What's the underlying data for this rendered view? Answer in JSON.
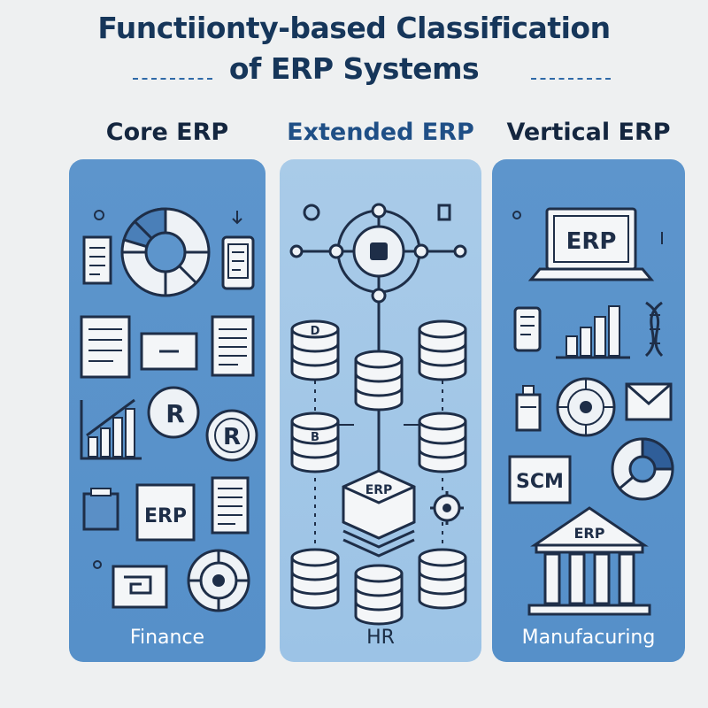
{
  "title": {
    "line1": "Functiionty-based Classification",
    "line2": "of ERP Systems"
  },
  "columns": [
    {
      "heading": "Core ERP",
      "footer": "Finance"
    },
    {
      "heading": "Extended ERP",
      "footer": "HR"
    },
    {
      "heading": "Vertical ERP",
      "footer": "Manufacuring"
    }
  ],
  "icon_labels": {
    "core_symbol_1": "R",
    "core_symbol_2": "R",
    "core_erp_box": "ERP",
    "ext_db_1": "D",
    "ext_db_2": "B",
    "ext_erp_stack": "ERP",
    "vert_laptop": "ERP",
    "vert_scm": "SCM",
    "vert_building": "ERP"
  },
  "colors": {
    "panel_dark": "#5690c9",
    "panel_light": "#a9cbe8",
    "title": "#16365a",
    "icon_fill": "#f4f6f8",
    "icon_stroke": "#1e2e48"
  }
}
